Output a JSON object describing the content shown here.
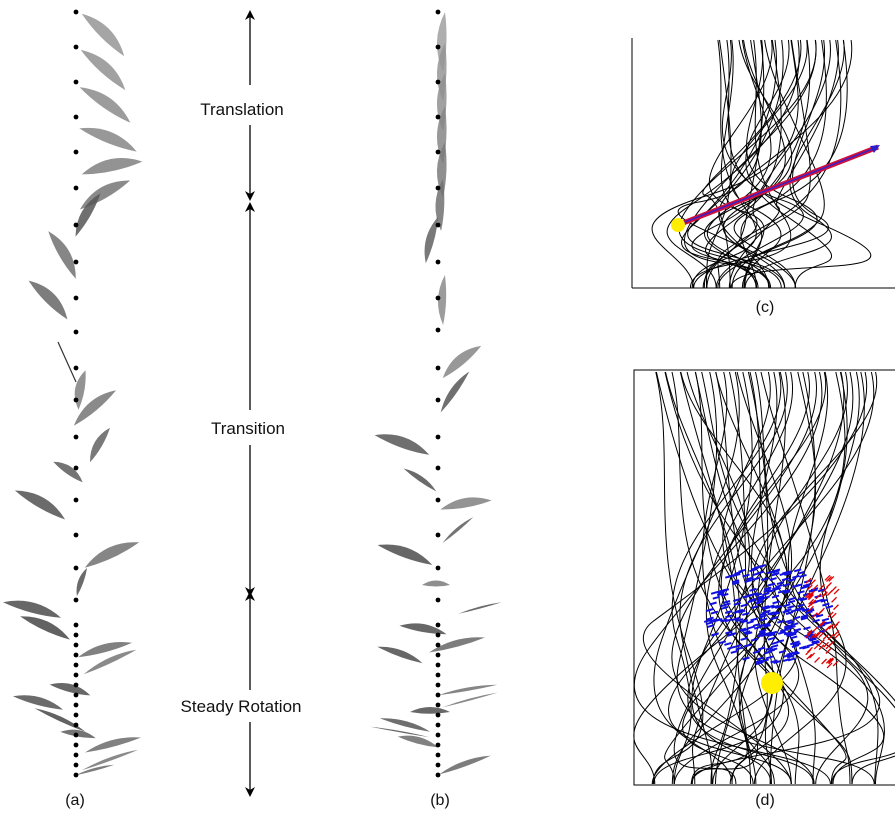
{
  "figure": {
    "stages": {
      "translation": "Translation",
      "transition": "Transition",
      "steady_rotation": "Steady Rotation"
    },
    "panels": {
      "a": "(a)",
      "b": "(b)",
      "c": "(c)",
      "d": "(d)"
    },
    "colors": {
      "leaf_light": "#9c9c9c",
      "leaf_dark": "#444444",
      "streamline": "#000000",
      "vector_red": "#e00000",
      "vector_blue": "#1010e0",
      "marker_yellow": "#ffee00"
    }
  }
}
